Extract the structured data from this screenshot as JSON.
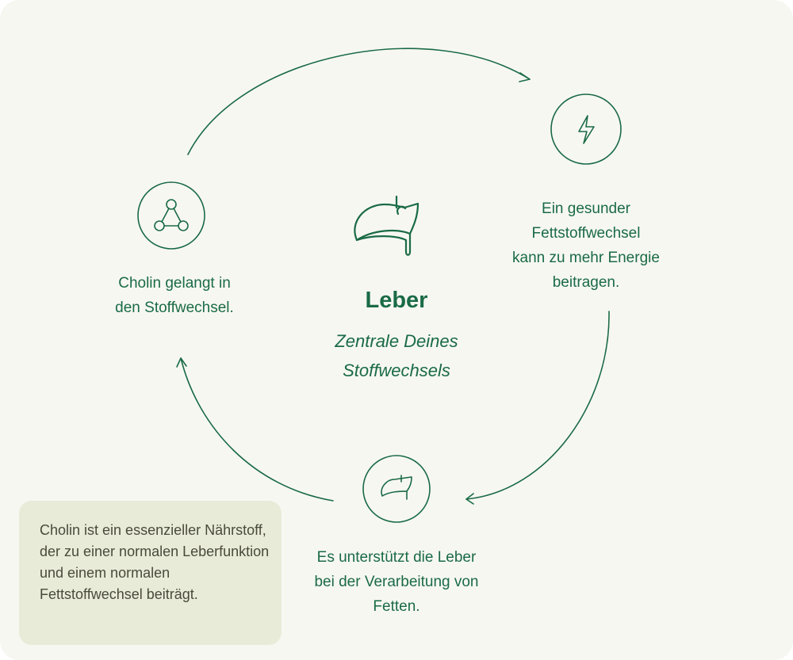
{
  "center": {
    "title": "Leber",
    "subtitle_line1": "Zentrale Deines",
    "subtitle_line2": "Stoffwechsels",
    "icon": "liver-icon"
  },
  "steps": [
    {
      "icon": "molecule-icon",
      "lines": [
        "Cholin gelangt in",
        "den Stoffwechsel."
      ]
    },
    {
      "icon": "lightning-icon",
      "lines": [
        "Ein gesunder",
        "Fettstoffwechsel",
        "kann zu mehr Energie",
        "beitragen."
      ]
    },
    {
      "icon": "liver-icon",
      "lines": [
        "Es unterstützt die Leber",
        "bei der Verarbeitung von",
        "Fetten."
      ]
    }
  ],
  "info_box": {
    "text": "Cholin ist ein essenzieller Nährstoff, der zu einer normalen Leberfunktion und einem normalen Fettstoffwechsel beiträgt."
  },
  "colors": {
    "accent": "#1a6b45",
    "background": "#f7f7f2",
    "box": "#e8ebd8"
  }
}
